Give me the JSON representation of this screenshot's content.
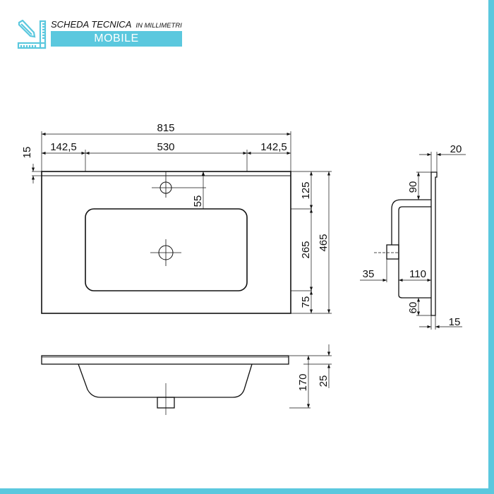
{
  "header": {
    "title": "SCHEDA TECNICA",
    "subtitle": "IN MILLIMETRI",
    "banner": "MOBILE",
    "icon": "ruler-pencil-icon"
  },
  "colors": {
    "accent": "#5bc8de",
    "line": "#111111"
  },
  "top_view": {
    "width_total": "815",
    "left_margin": "142,5",
    "center_width": "530",
    "right_margin": "142,5",
    "rim_thickness": "15",
    "tap_hole_offset": "55",
    "depth_top": "125",
    "basin_depth": "265",
    "depth_bottom": "75",
    "depth_total": "465"
  },
  "side_view": {
    "wall_thickness": "20",
    "top_offset": "90",
    "drain_offset": "35",
    "basin_inner": "110",
    "bottom_offset": "60",
    "base_thickness": "15"
  },
  "front_view": {
    "height_total": "170",
    "rim_height": "25"
  }
}
